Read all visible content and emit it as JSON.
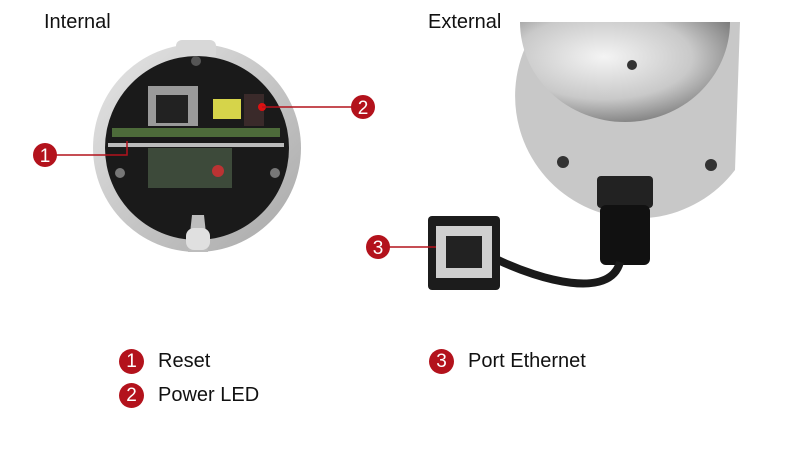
{
  "headings": {
    "internal": "Internal",
    "external": "External"
  },
  "callouts": [
    {
      "number": "1",
      "label": "Reset"
    },
    {
      "number": "2",
      "label": "Power LED"
    },
    {
      "number": "3",
      "label": "Port Ethernet"
    }
  ],
  "colors": {
    "accent": "#b3121c"
  }
}
